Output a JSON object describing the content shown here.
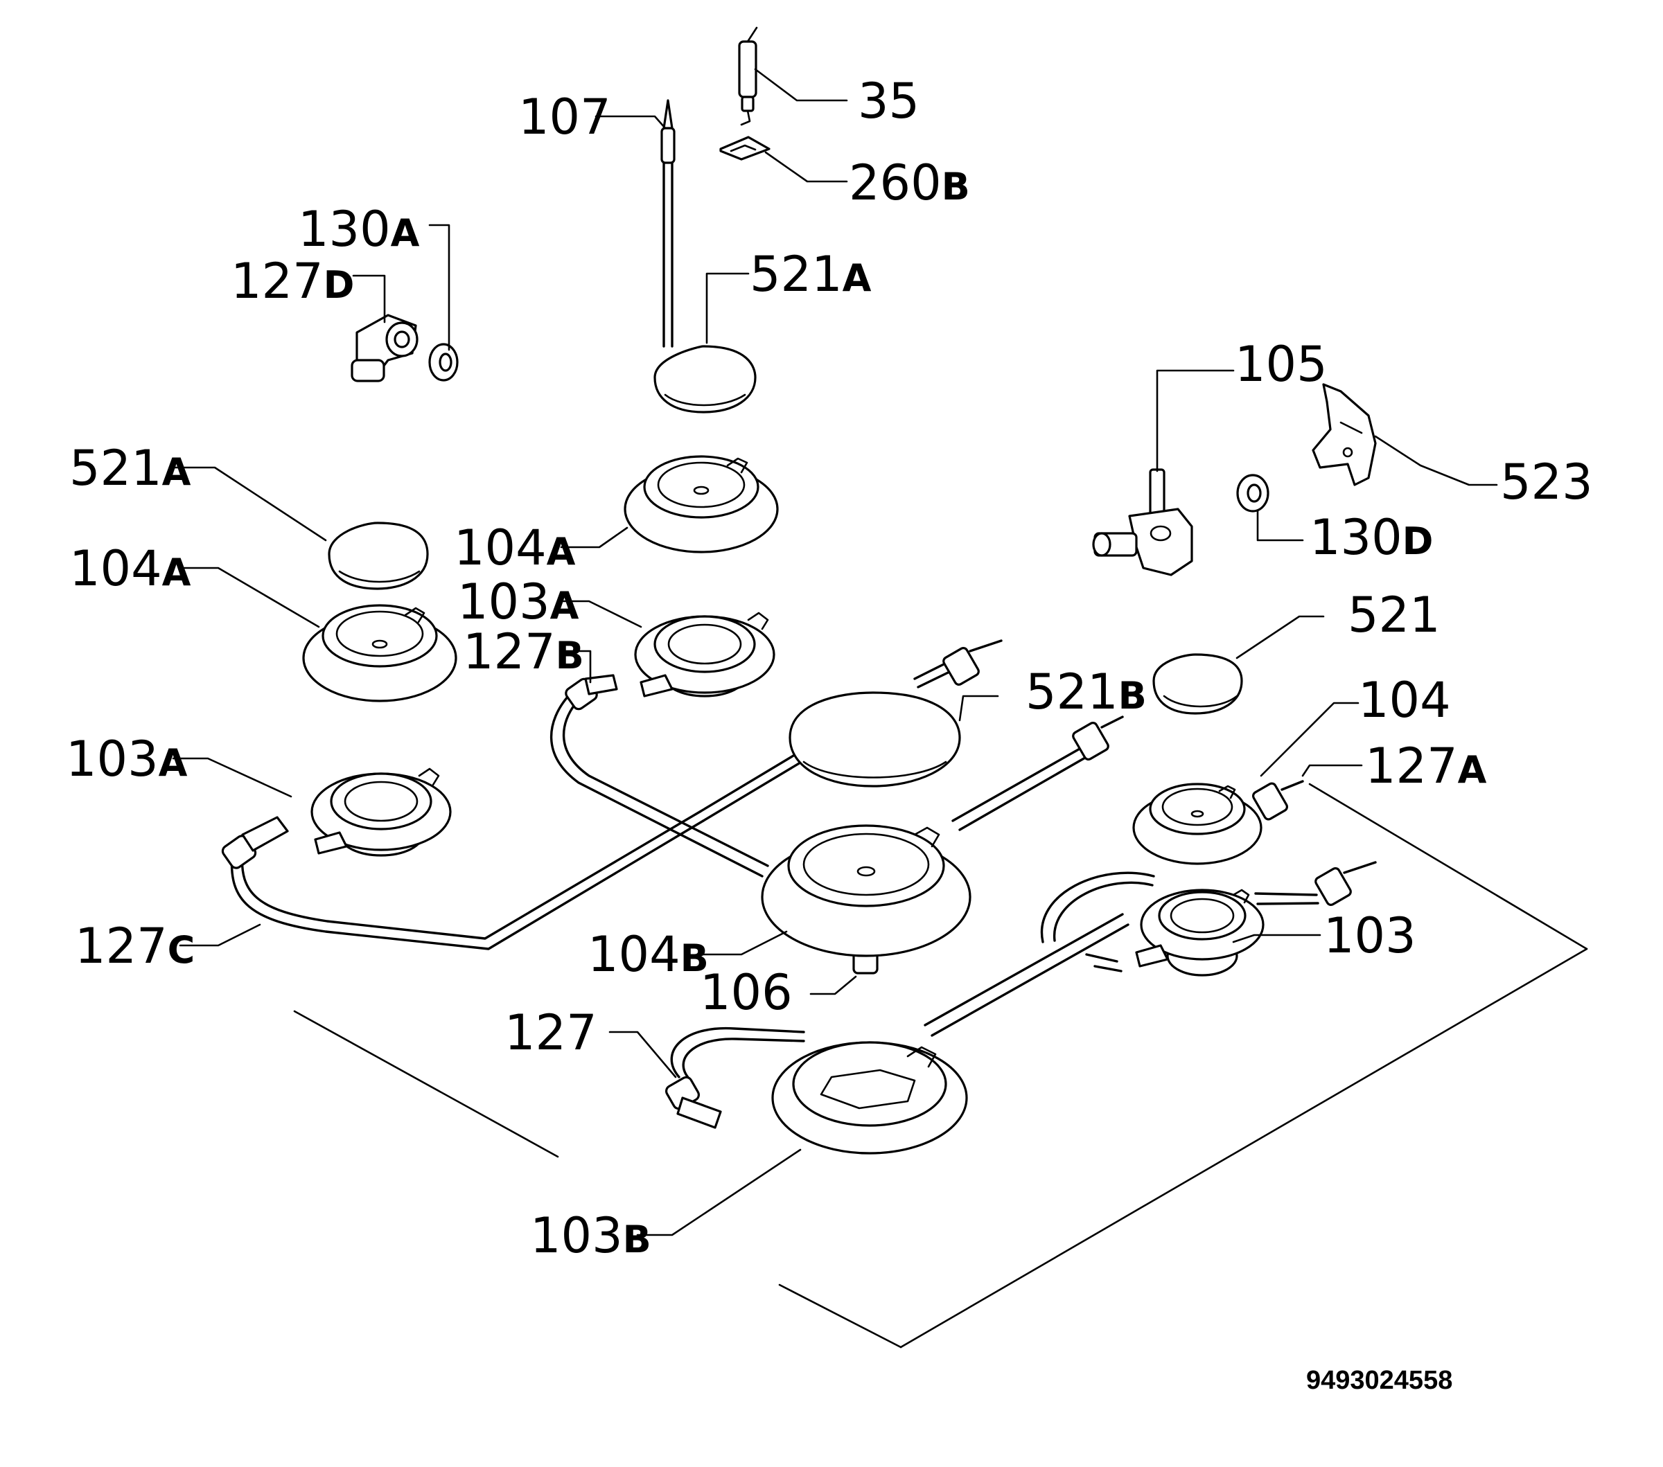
{
  "drawing_code": "9493024558",
  "parts": [
    {
      "id": "p107",
      "num": "107",
      "suffix": ""
    },
    {
      "id": "p35",
      "num": "35",
      "suffix": ""
    },
    {
      "id": "p260B",
      "num": "260",
      "suffix": "B"
    },
    {
      "id": "p130A",
      "num": "130",
      "suffix": "A"
    },
    {
      "id": "p127D",
      "num": "127",
      "suffix": "D"
    },
    {
      "id": "p521A1",
      "num": "521",
      "suffix": "A"
    },
    {
      "id": "p105",
      "num": "105",
      "suffix": ""
    },
    {
      "id": "p523",
      "num": "523",
      "suffix": ""
    },
    {
      "id": "p521A2",
      "num": "521",
      "suffix": "A"
    },
    {
      "id": "p104A1",
      "num": "104",
      "suffix": "A"
    },
    {
      "id": "p130D",
      "num": "130",
      "suffix": "D"
    },
    {
      "id": "p104A2",
      "num": "104",
      "suffix": "A"
    },
    {
      "id": "p103A1",
      "num": "103",
      "suffix": "A"
    },
    {
      "id": "p127B",
      "num": "127",
      "suffix": "B"
    },
    {
      "id": "p521",
      "num": "521",
      "suffix": ""
    },
    {
      "id": "p521B",
      "num": "521",
      "suffix": "B"
    },
    {
      "id": "p104",
      "num": "104",
      "suffix": ""
    },
    {
      "id": "p103A2",
      "num": "103",
      "suffix": "A"
    },
    {
      "id": "p127A",
      "num": "127",
      "suffix": "A"
    },
    {
      "id": "p103",
      "num": "103",
      "suffix": ""
    },
    {
      "id": "p127C",
      "num": "127",
      "suffix": "C"
    },
    {
      "id": "p104B",
      "num": "104",
      "suffix": "B"
    },
    {
      "id": "p106",
      "num": "106",
      "suffix": ""
    },
    {
      "id": "p127",
      "num": "127",
      "suffix": ""
    },
    {
      "id": "p103B",
      "num": "103",
      "suffix": "B"
    }
  ]
}
